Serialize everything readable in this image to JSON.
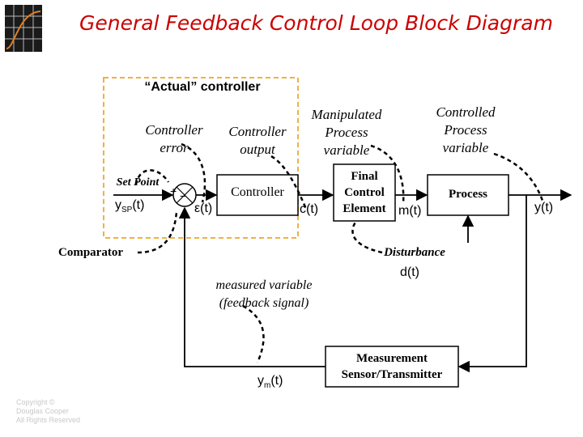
{
  "title": "General Feedback Control Loop Block Diagram",
  "actual_controller_label": "“Actual” controller",
  "labels": {
    "controller_error": [
      "Controller",
      "error"
    ],
    "controller_output": [
      "Controller",
      "output"
    ],
    "manipulated_variable": [
      "Manipulated",
      "Process",
      "variable"
    ],
    "controlled_variable": [
      "Controlled",
      "Process",
      "variable"
    ],
    "set_point": "Set Point",
    "comparator": "Comparator",
    "disturbance": "Disturbance",
    "measured_variable": [
      "measured variable",
      "(feedback signal)"
    ]
  },
  "blocks": {
    "controller": "Controller",
    "final_control_element": [
      "Final",
      "Control",
      "Element"
    ],
    "process": "Process",
    "measurement": [
      "Measurement",
      "Sensor/Transmitter"
    ]
  },
  "signals": {
    "ysp_main": "y",
    "ysp_sub": "SP",
    "ysp_tail": "(t)",
    "error": "ε(t)",
    "controller_out": "c(t)",
    "manipulated": "m(t)",
    "output": "y(t)",
    "disturbance": "d(t)",
    "ym_main": "y",
    "ym_sub": "m",
    "ym_tail": "(t)"
  },
  "comparator_signs": {
    "plus": "+",
    "minus": "−"
  },
  "copyright": [
    "Copyright ©",
    "Douglas Cooper",
    "All Rights Reserved"
  ],
  "colors": {
    "title": "#cc0000",
    "dashed_box": "#f0b040",
    "lines": "#000000"
  }
}
